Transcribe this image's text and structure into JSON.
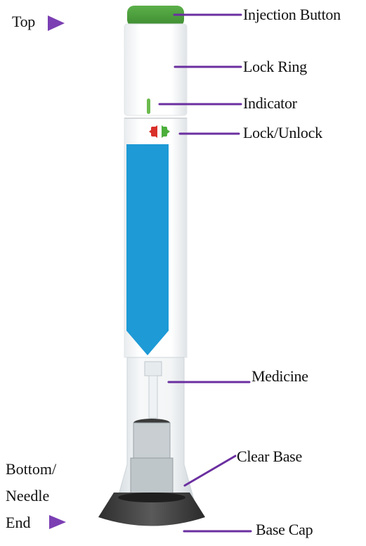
{
  "labels": {
    "top": "Top",
    "injection_button": "Injection Button",
    "lock_ring": "Lock Ring",
    "indicator": "Indicator",
    "lock_unlock": "Lock/Unlock",
    "medicine": "Medicine",
    "clear_base": "Clear Base",
    "bottom_line1": "Bottom/",
    "bottom_line2": "Needle",
    "bottom_line3": "End",
    "base_cap": "Base Cap"
  },
  "colors": {
    "leader_line": "#6b2fa0",
    "arrow": "#7b3fb3",
    "button_green": "#4a9a3a",
    "medicine_blue": "#1e9ad6",
    "lock_red": "#d9302a",
    "unlock_green": "#4caf3c",
    "base_cap": "#3a3a3a"
  }
}
